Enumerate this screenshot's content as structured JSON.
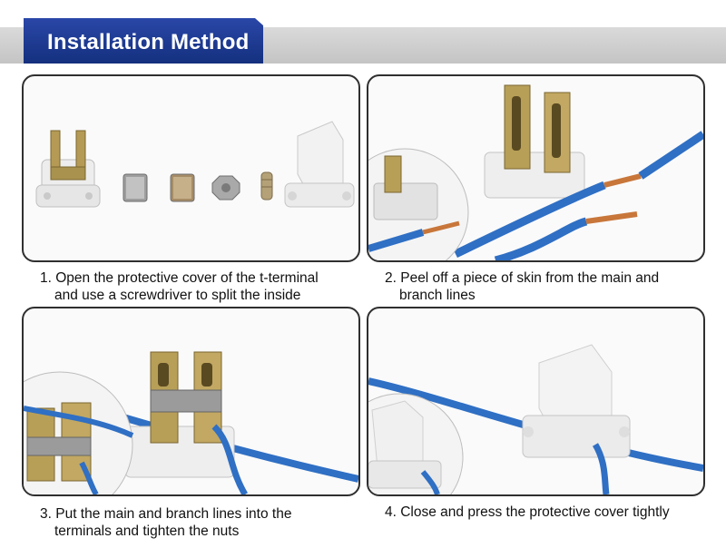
{
  "header": {
    "title": "Installation Method"
  },
  "steps": [
    {
      "line1": "1. Open the protective cover of the t-terminal",
      "line2": "and use a screwdriver to split the inside"
    },
    {
      "line1": "2. Peel off a piece of skin from the main and",
      "line2": "branch lines"
    },
    {
      "line1": "3. Put the main and branch lines into the",
      "line2": "terminals and tighten the nuts"
    },
    {
      "line1": "4. Close and press the protective cover tightly",
      "line2": ""
    }
  ],
  "colors": {
    "header_bg": "#1f3a94",
    "band": "#cfcfcf",
    "wire": "#2f6fc4",
    "copper": "#c8763a",
    "brass": "#b8a060"
  }
}
